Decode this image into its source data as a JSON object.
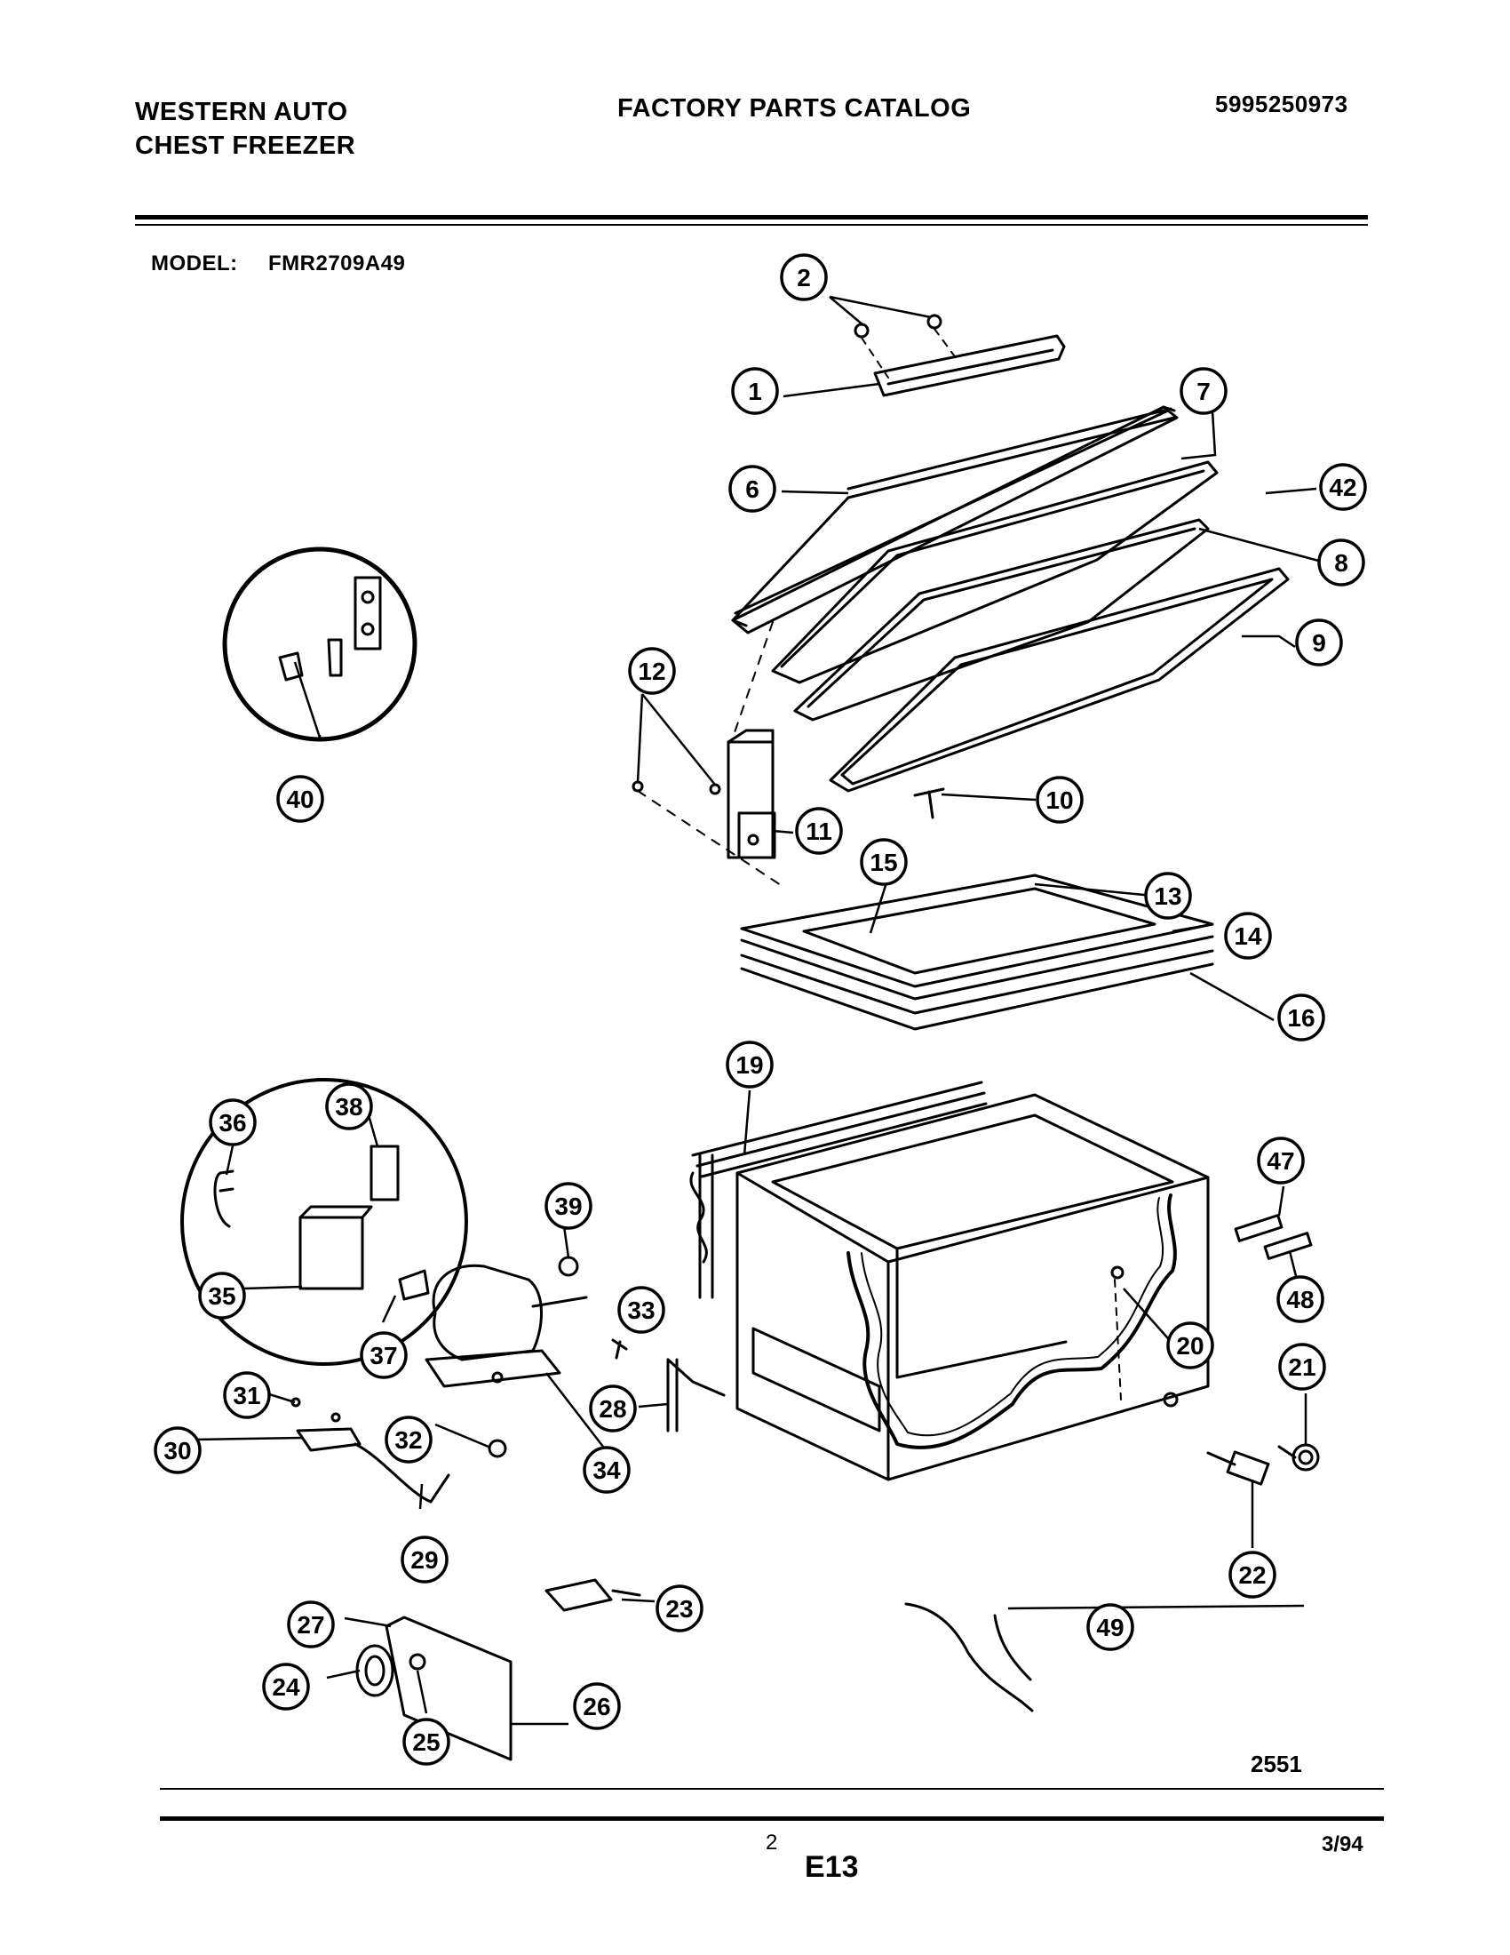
{
  "header": {
    "brand_line1": "WESTERN AUTO",
    "brand_line2": "CHEST FREEZER",
    "title": "FACTORY PARTS CATALOG",
    "catalog_number": "5995250973"
  },
  "model": {
    "label": "MODEL:",
    "value": "FMR2709A49"
  },
  "diagram": {
    "figure_number": "2551",
    "callouts": [
      {
        "id": "part-1",
        "label": "1"
      },
      {
        "id": "part-2",
        "label": "2"
      },
      {
        "id": "part-6",
        "label": "6"
      },
      {
        "id": "part-7",
        "label": "7"
      },
      {
        "id": "part-8",
        "label": "8"
      },
      {
        "id": "part-9",
        "label": "9"
      },
      {
        "id": "part-10",
        "label": "10"
      },
      {
        "id": "part-11",
        "label": "11"
      },
      {
        "id": "part-12",
        "label": "12"
      },
      {
        "id": "part-13",
        "label": "13"
      },
      {
        "id": "part-14",
        "label": "14"
      },
      {
        "id": "part-15",
        "label": "15"
      },
      {
        "id": "part-16",
        "label": "16"
      },
      {
        "id": "part-19",
        "label": "19"
      },
      {
        "id": "part-20",
        "label": "20"
      },
      {
        "id": "part-21",
        "label": "21"
      },
      {
        "id": "part-22",
        "label": "22"
      },
      {
        "id": "part-23",
        "label": "23"
      },
      {
        "id": "part-24",
        "label": "24"
      },
      {
        "id": "part-25",
        "label": "25"
      },
      {
        "id": "part-26",
        "label": "26"
      },
      {
        "id": "part-27",
        "label": "27"
      },
      {
        "id": "part-28",
        "label": "28"
      },
      {
        "id": "part-29",
        "label": "29"
      },
      {
        "id": "part-30",
        "label": "30"
      },
      {
        "id": "part-31",
        "label": "31"
      },
      {
        "id": "part-32",
        "label": "32"
      },
      {
        "id": "part-33",
        "label": "33"
      },
      {
        "id": "part-34",
        "label": "34"
      },
      {
        "id": "part-35",
        "label": "35"
      },
      {
        "id": "part-36",
        "label": "36"
      },
      {
        "id": "part-37",
        "label": "37"
      },
      {
        "id": "part-38",
        "label": "38"
      },
      {
        "id": "part-39",
        "label": "39"
      },
      {
        "id": "part-40",
        "label": "40"
      },
      {
        "id": "part-42",
        "label": "42"
      },
      {
        "id": "part-47",
        "label": "47"
      },
      {
        "id": "part-48",
        "label": "48"
      },
      {
        "id": "part-49",
        "label": "49"
      }
    ]
  },
  "footer": {
    "page_number": "2",
    "section_code": "E13",
    "date": "3/94"
  }
}
